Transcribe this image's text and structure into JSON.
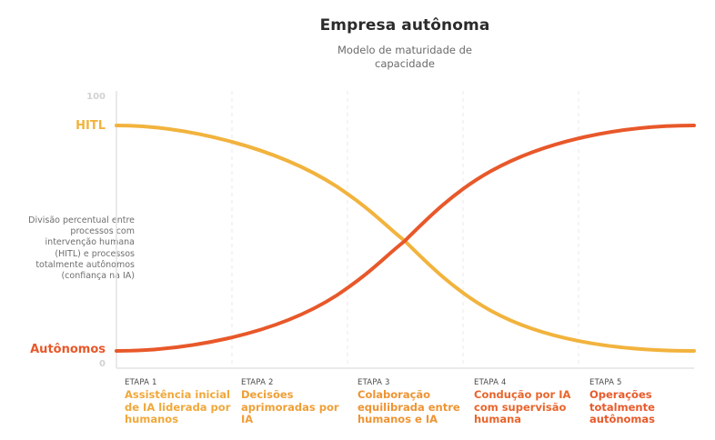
{
  "header": {
    "title": "Empresa autônoma",
    "subtitle": "Modelo de maturidade de capacidade"
  },
  "axis": {
    "y_top_tick": "100",
    "y_bottom_tick": "0",
    "ylabel": "Divisão percentual entre processos com intervenção humana (HITL) e processos totalmente autônomos (confiança na IA)"
  },
  "series_labels": {
    "hitl": "HITL",
    "autonomos": "Autônomos"
  },
  "colors": {
    "hitl": "#f2b33d",
    "autonomos": "#e8582a",
    "grid": "#e6e6e6",
    "axis": "#e3e3e3"
  },
  "stages": [
    {
      "num": "ETAPA 1",
      "name": "Assistência inicial de IA liderada por humanos",
      "color": "#f0a83a"
    },
    {
      "num": "ETAPA 2",
      "name": "Decisões aprimoradas por IA",
      "color": "#ef9f36"
    },
    {
      "num": "ETAPA 3",
      "name": "Colaboração equilibrada entre humanos e IA",
      "color": "#ee9433"
    },
    {
      "num": "ETAPA 4",
      "name": "Condução por IA com supervisão humana",
      "color": "#e9652c"
    },
    {
      "num": "ETAPA 5",
      "name": "Operações totalmente autônomas",
      "color": "#e85a2a"
    }
  ],
  "chart_data": {
    "type": "line",
    "title": "Empresa autônoma",
    "subtitle": "Modelo de maturidade de capacidade",
    "xlabel": "",
    "ylabel": "Divisão percentual entre processos com intervenção humana (HITL) e processos totalmente autônomos (confiança na IA)",
    "ylim": [
      0,
      100
    ],
    "yticks": [
      0,
      100
    ],
    "categories": [
      "ETAPA 1",
      "ETAPA 2",
      "ETAPA 3",
      "ETAPA 4",
      "ETAPA 5"
    ],
    "x": [
      0,
      1,
      2,
      2.5,
      3,
      4,
      5
    ],
    "series": [
      {
        "name": "HITL",
        "values": [
          90,
          84,
          65,
          47,
          27,
          11,
          6
        ]
      },
      {
        "name": "Autônomos",
        "values": [
          6,
          10,
          28,
          47,
          67,
          83,
          90
        ]
      }
    ],
    "grid": "vertical dashed lines at stage boundaries",
    "legend": "inline labels at left of y-axis"
  }
}
